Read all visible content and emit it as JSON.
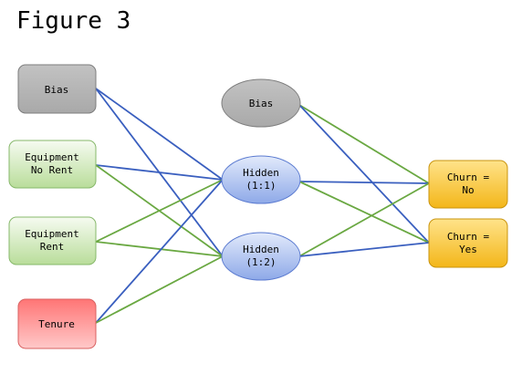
{
  "title": "Figure 3",
  "colors": {
    "blue_edge": "#3a5fbf",
    "green_edge": "#6aa842"
  },
  "nodes": {
    "bias_in": {
      "lines": [
        "Bias"
      ]
    },
    "equip_norent": {
      "lines": [
        "Equipment",
        "No Rent"
      ]
    },
    "equip_rent": {
      "lines": [
        "Equipment",
        "Rent"
      ]
    },
    "tenure": {
      "lines": [
        "Tenure"
      ]
    },
    "bias_hidden": {
      "lines": [
        "Bias"
      ]
    },
    "hidden1": {
      "lines": [
        "Hidden",
        "(1:1)"
      ]
    },
    "hidden2": {
      "lines": [
        "Hidden",
        "(1:2)"
      ]
    },
    "churn_no": {
      "lines": [
        "Churn =",
        "No"
      ]
    },
    "churn_yes": {
      "lines": [
        "Churn =",
        "Yes"
      ]
    }
  },
  "edges": [
    {
      "from": "bias_in",
      "to": "hidden1",
      "color": "blue"
    },
    {
      "from": "bias_in",
      "to": "hidden2",
      "color": "blue"
    },
    {
      "from": "equip_norent",
      "to": "hidden1",
      "color": "blue"
    },
    {
      "from": "equip_norent",
      "to": "hidden2",
      "color": "green"
    },
    {
      "from": "equip_rent",
      "to": "hidden1",
      "color": "green"
    },
    {
      "from": "equip_rent",
      "to": "hidden2",
      "color": "green"
    },
    {
      "from": "tenure",
      "to": "hidden1",
      "color": "blue"
    },
    {
      "from": "tenure",
      "to": "hidden2",
      "color": "green"
    },
    {
      "from": "bias_hidden",
      "to": "churn_no",
      "color": "green"
    },
    {
      "from": "bias_hidden",
      "to": "churn_yes",
      "color": "blue"
    },
    {
      "from": "hidden1",
      "to": "churn_no",
      "color": "blue"
    },
    {
      "from": "hidden1",
      "to": "churn_yes",
      "color": "green"
    },
    {
      "from": "hidden2",
      "to": "churn_no",
      "color": "green"
    },
    {
      "from": "hidden2",
      "to": "churn_yes",
      "color": "blue"
    }
  ]
}
